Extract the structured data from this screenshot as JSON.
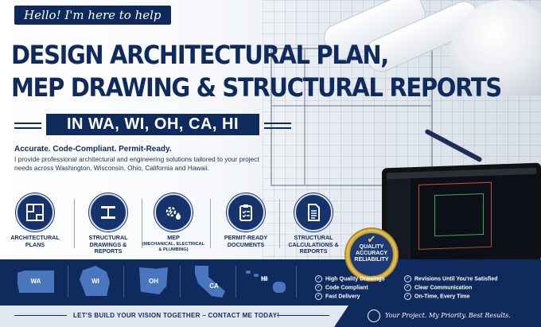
{
  "greeting": "Hello! I'm here to help",
  "headline": {
    "line1": "DESIGN ARCHITECTURAL PLAN,",
    "line2": "MEP DRAWING & STRUCTURAL REPORTS"
  },
  "states_banner": "IN WA, WI, OH, CA, HI",
  "tagline": "Accurate. Code-Compliant. Permit-Ready.",
  "description": "I provide professional architectural and engineering solutions tailored to your project needs across Washington, Wisconsin, Ohio, California and Hawaii.",
  "services": [
    {
      "label": "ARCHITECTURAL PLANS",
      "sub": "",
      "icon": "floor-plan-icon"
    },
    {
      "label": "STRUCTURAL DRAWINGS & REPORTS",
      "sub": "",
      "icon": "steel-beam-icon"
    },
    {
      "label": "MEP",
      "sub": "(MECHANICAL, ELECTRICAL & PLUMBING)",
      "icon": "gear-bolt-drop-icon"
    },
    {
      "label": "PERMIT-READY DOCUMENTS",
      "sub": "",
      "icon": "clipboard-check-icon"
    },
    {
      "label": "STRUCTURAL CALCULATIONS & REPORTS",
      "sub": "",
      "icon": "document-icon"
    }
  ],
  "badge": {
    "line1": "QUALITY",
    "line2": "ACCURACY",
    "line3": "RELIABILITY"
  },
  "state_codes": [
    "WA",
    "WI",
    "OH",
    "CA",
    "HI"
  ],
  "features_left": [
    "High Quality Drawings",
    "Code Compliant",
    "Fast Delivery"
  ],
  "features_right": [
    "Revisions Until You're Satisfied",
    "Clear Communication",
    "On-Time, Every Time"
  ],
  "cta": "LET'S BUILD YOUR VISION TOGETHER – CONTACT ME TODAY!",
  "motto": "Your Project. My Priority. Best Results.",
  "colors": {
    "navy": "#0f2b5e",
    "map_blue": "#4a76bd",
    "gold": "#c79a2d"
  }
}
